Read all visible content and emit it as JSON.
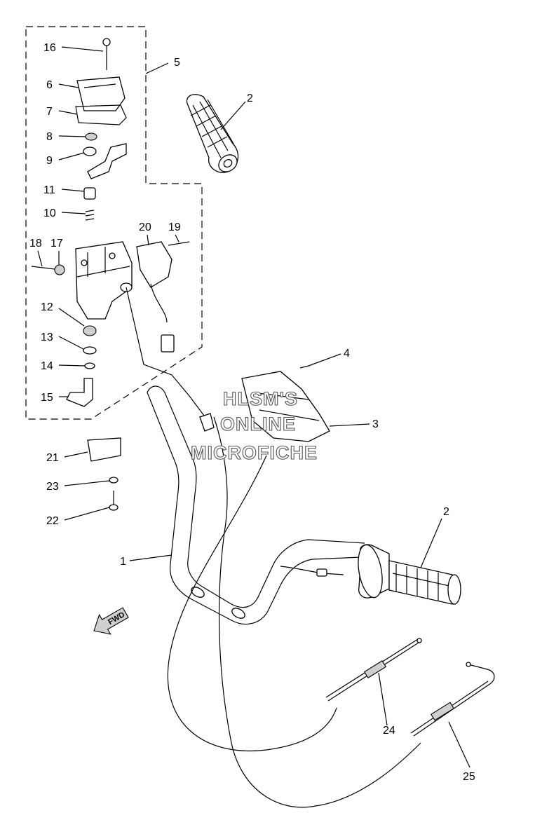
{
  "callouts": {
    "c1": "1",
    "c2a": "2",
    "c2b": "2",
    "c3": "3",
    "c4": "4",
    "c5": "5",
    "c6": "6",
    "c7": "7",
    "c8": "8",
    "c9": "9",
    "c10": "10",
    "c11": "11",
    "c12": "12",
    "c13": "13",
    "c14": "14",
    "c15": "15",
    "c16": "16",
    "c17": "17",
    "c18": "18",
    "c19": "19",
    "c20": "20",
    "c21": "21",
    "c22": "22",
    "c23": "23",
    "c24": "24",
    "c25": "25"
  },
  "fwd_arrow": {
    "label": "FWD",
    "icon": "fwd-arrow-icon"
  },
  "watermark": {
    "line1": "HLSM'S",
    "line2": "ONLINE",
    "line3": "MICROFICHE"
  },
  "colors": {
    "line": "#000000",
    "shade": "#cfcfcf",
    "background": "#ffffff"
  }
}
